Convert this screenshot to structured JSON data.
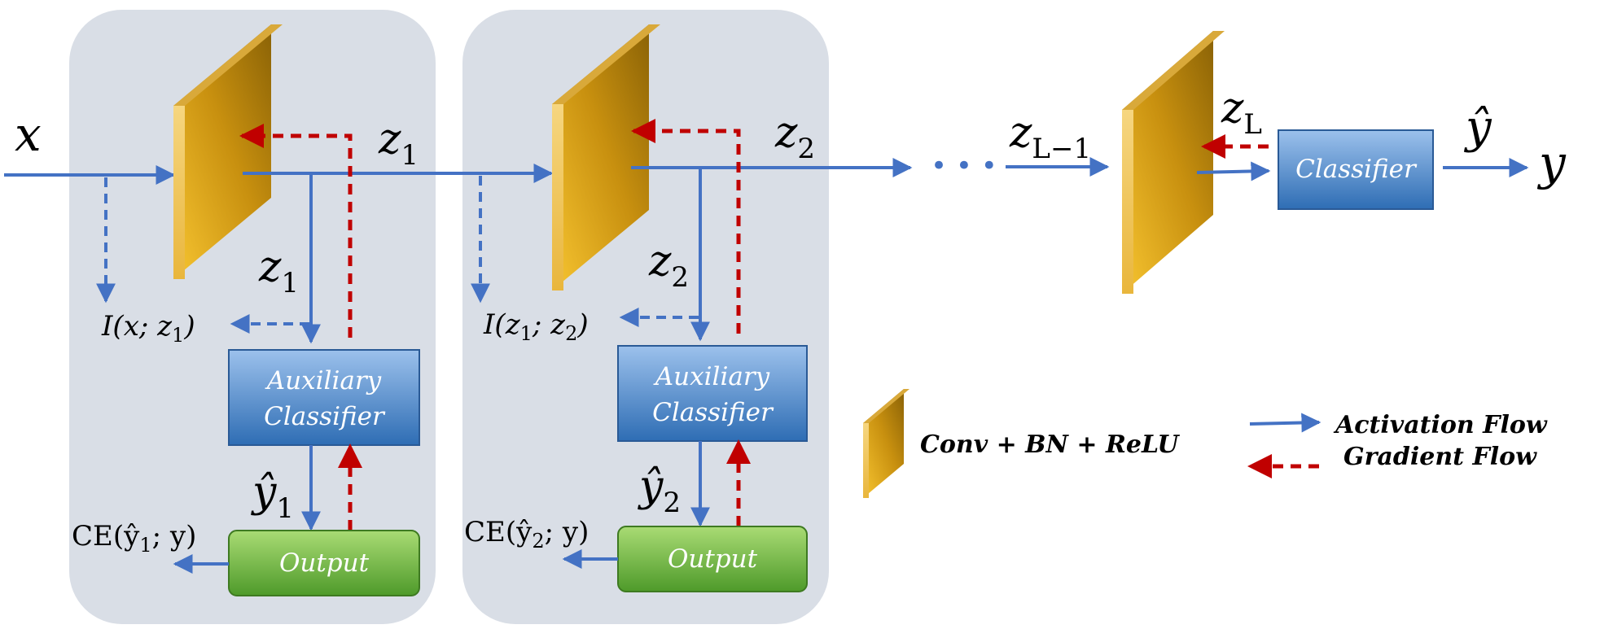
{
  "colors": {
    "panel": "#d9dee6",
    "layer_front_light": "#f5c232",
    "layer_front_dark": "#9a6e08",
    "layer_top": "#c39a33",
    "activation": "#4472c4",
    "gradient": "#c00000",
    "classifier_box_top": "#8fb7e6",
    "classifier_box_bottom": "#2f6fb6",
    "output_box_top": "#a6d86e",
    "output_box_bottom": "#4f9a2b"
  },
  "labels": {
    "input": "x",
    "z1_main": "z",
    "z1_main_sub": "1",
    "z1_branch": "z",
    "z1_branch_sub": "1",
    "mi1": "I(x; z",
    "mi1_sub": "1",
    "mi1_close": ")",
    "yhat1": "ŷ",
    "yhat1_sub": "1",
    "ce1": "CE(ŷ",
    "ce1_sub": "1",
    "ce1_tail": "; y)",
    "z2_main": "z",
    "z2_main_sub": "2",
    "z2_branch": "z",
    "z2_branch_sub": "2",
    "mi2_a": "I(z",
    "mi2_sub1": "1",
    "mi2_mid": "; z",
    "mi2_sub2": "2",
    "mi2_close": ")",
    "yhat2": "ŷ",
    "yhat2_sub": "2",
    "ce2": "CE(ŷ",
    "ce2_sub": "2",
    "ce2_tail": "; y)",
    "ellipsis": "• • •",
    "zL_minus_1": "z",
    "zL_minus_1_sub": "L−1",
    "zL": "z",
    "zL_sub": "L",
    "yhat_final": "ŷ",
    "y_final": "y"
  },
  "boxes": {
    "aux1_line1": "Auxiliary",
    "aux1_line2": "Classifier",
    "out1": "Output",
    "aux2_line1": "Auxiliary",
    "aux2_line2": "Classifier",
    "out2": "Output",
    "classifier": "Classifier"
  },
  "legend": {
    "layer": "Conv + BN + ReLU",
    "activation": "Activation Flow",
    "gradient": "Gradient Flow"
  }
}
